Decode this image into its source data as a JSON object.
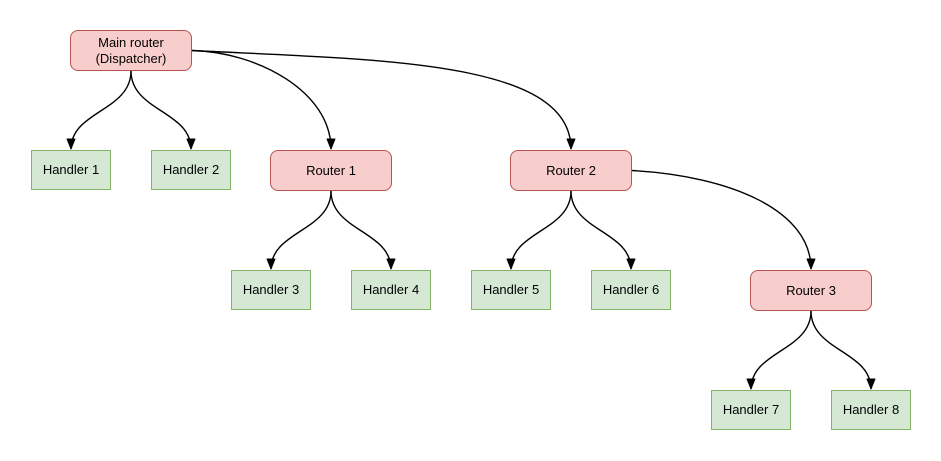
{
  "diagram": {
    "type": "tree",
    "nodes": [
      {
        "id": "main-router",
        "label": "Main router\n(Dispatcher)",
        "kind": "router"
      },
      {
        "id": "handler-1",
        "label": "Handler 1",
        "kind": "handler"
      },
      {
        "id": "handler-2",
        "label": "Handler 2",
        "kind": "handler"
      },
      {
        "id": "router-1",
        "label": "Router 1",
        "kind": "router"
      },
      {
        "id": "router-2",
        "label": "Router 2",
        "kind": "router"
      },
      {
        "id": "handler-3",
        "label": "Handler 3",
        "kind": "handler"
      },
      {
        "id": "handler-4",
        "label": "Handler 4",
        "kind": "handler"
      },
      {
        "id": "handler-5",
        "label": "Handler 5",
        "kind": "handler"
      },
      {
        "id": "handler-6",
        "label": "Handler 6",
        "kind": "handler"
      },
      {
        "id": "router-3",
        "label": "Router 3",
        "kind": "router"
      },
      {
        "id": "handler-7",
        "label": "Handler 7",
        "kind": "handler"
      },
      {
        "id": "handler-8",
        "label": "Handler 8",
        "kind": "handler"
      }
    ],
    "edges": [
      {
        "from": "main-router",
        "to": "handler-1"
      },
      {
        "from": "main-router",
        "to": "handler-2"
      },
      {
        "from": "main-router",
        "to": "router-1"
      },
      {
        "from": "main-router",
        "to": "router-2"
      },
      {
        "from": "router-1",
        "to": "handler-3"
      },
      {
        "from": "router-1",
        "to": "handler-4"
      },
      {
        "from": "router-2",
        "to": "handler-5"
      },
      {
        "from": "router-2",
        "to": "handler-6"
      },
      {
        "from": "router-2",
        "to": "router-3"
      },
      {
        "from": "router-3",
        "to": "handler-7"
      },
      {
        "from": "router-3",
        "to": "handler-8"
      }
    ]
  },
  "colors": {
    "router_fill": "#f8cecc",
    "router_border": "#b85450",
    "handler_fill": "#d5e8d4",
    "handler_border": "#82b366",
    "edge": "#000000",
    "background": "#ffffff",
    "text": "#000000"
  }
}
